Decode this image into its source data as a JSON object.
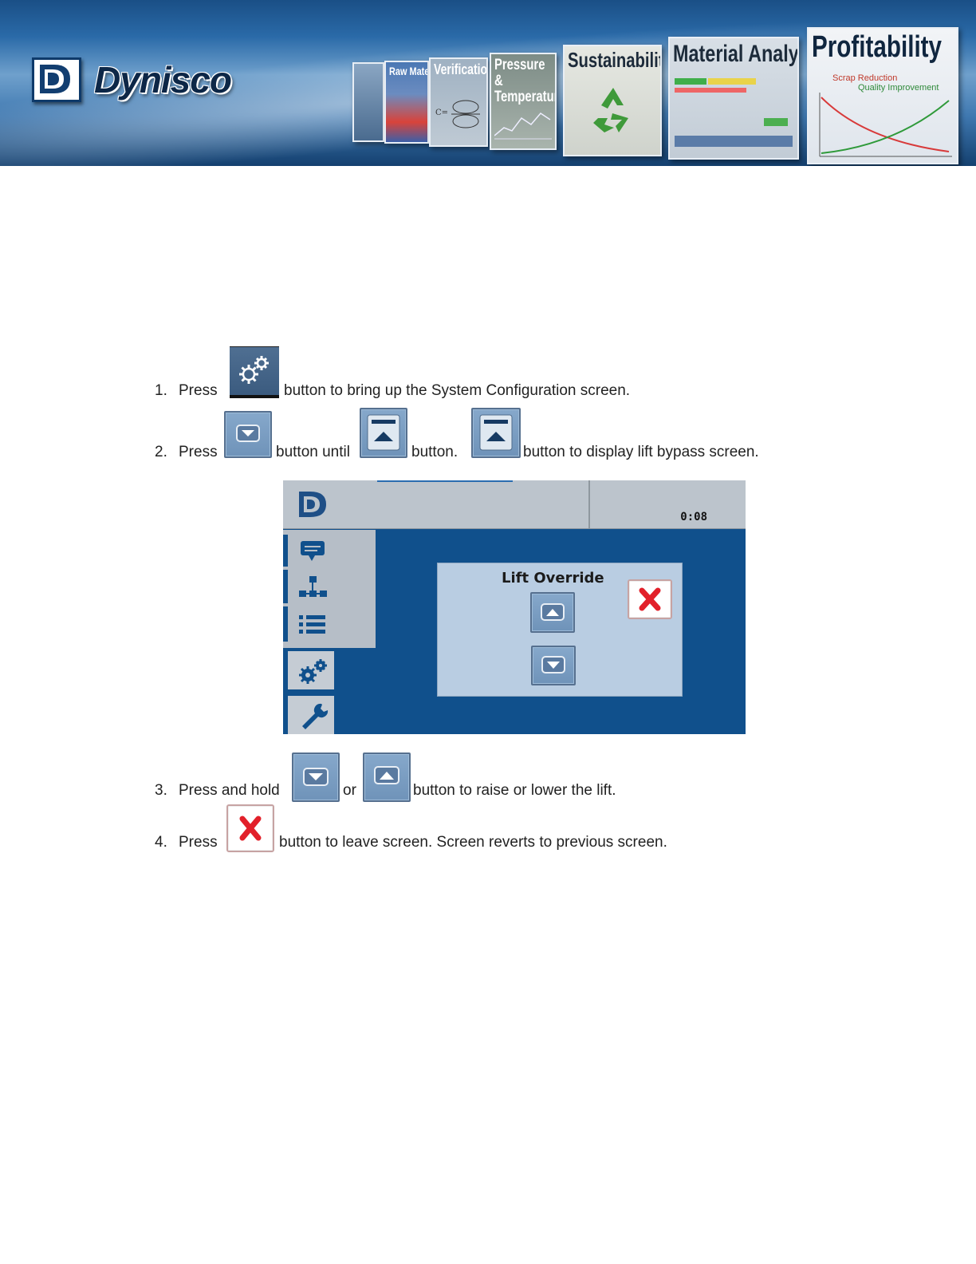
{
  "banner": {
    "brand": "Dynisco",
    "tiles": [
      {
        "label": ""
      },
      {
        "label": "Raw Materials"
      },
      {
        "label": "Verification"
      },
      {
        "label": "Pressure & Temperature"
      },
      {
        "label": "Sustainability"
      },
      {
        "label": "Material Analysis"
      },
      {
        "label": "Profitability",
        "sub1": "Scrap Reduction",
        "sub2": "Quality Improvement"
      }
    ]
  },
  "steps": [
    {
      "num": "1.",
      "a": "Press",
      "b": "button to bring up the System Configuration screen."
    },
    {
      "num": "2.",
      "a": "Press",
      "b": "button until",
      "c": "button.",
      "d": "button to display  lift bypass screen."
    },
    {
      "num": "3.",
      "a": "Press and hold",
      "b": "or",
      "c": "button to raise or lower the lift."
    },
    {
      "num": "4.",
      "a": "Press",
      "b": "button to leave screen.  Screen reverts to previous screen."
    }
  ],
  "hmi": {
    "time": "0:08",
    "dialog_title": "Lift Override"
  },
  "icons": {
    "gear": "gear-icon",
    "down": "chevron-down-icon",
    "up": "chevron-up-icon",
    "lift": "lift-bypass-icon",
    "close": "close-icon",
    "message": "message-icon",
    "network": "network-icon",
    "list": "list-icon",
    "wrench": "wrench-icon"
  },
  "colors": {
    "hmi_background": "#10508c",
    "button_blue": "#7a9dc2",
    "close_red": "#e2202a"
  }
}
